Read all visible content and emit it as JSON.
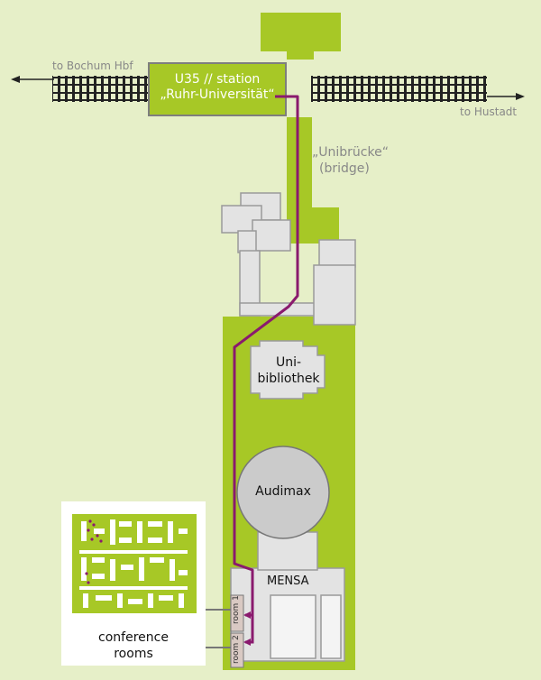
{
  "directions": {
    "west": "to Bochum Hbf",
    "east": "to Hustadt"
  },
  "station": {
    "line1": "U35 // station",
    "line2": "„Ruhr-Universität“"
  },
  "bridge": {
    "name": "„Unibrücke“",
    "translation": "(bridge)"
  },
  "library": {
    "line1": "Uni-",
    "line2": "bibliothek"
  },
  "auditorium": "Audimax",
  "cafeteria": "MENSA",
  "rooms": [
    "room 1",
    "room 2"
  ],
  "logo": {
    "text": "DISORIENTATION",
    "caption_line1": "conference",
    "caption_line2": "rooms"
  },
  "colors": {
    "background": "#e6efc8",
    "campus_green": "#a7c826",
    "building_grey": "#e3e3e3",
    "route": "#8a1a6e",
    "room_fill": "#d9c9c3"
  },
  "icons": [
    "arrow-left-icon",
    "arrow-right-icon",
    "railway-tracks"
  ]
}
